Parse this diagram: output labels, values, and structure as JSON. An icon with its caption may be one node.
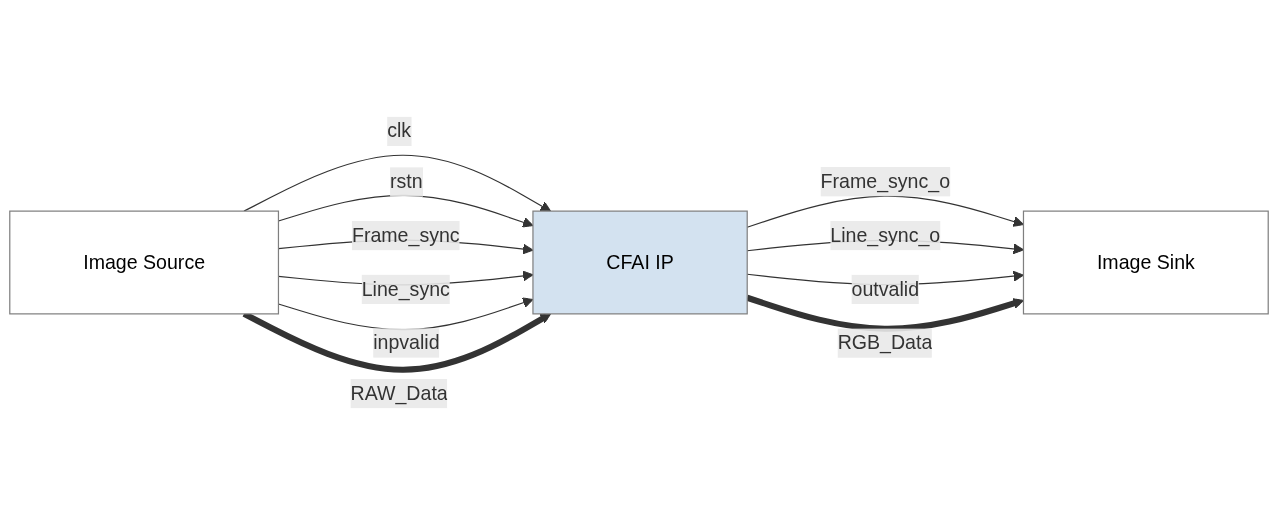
{
  "diagram": {
    "nodes": [
      {
        "text": [
          "Image Source"
        ]
      },
      {
        "text": [
          "CFAI IP"
        ]
      },
      {
        "text": [
          "Image Sink"
        ]
      }
    ],
    "edges": [
      {
        "from": 0,
        "to": 1,
        "arrow": "to",
        "label": "clk"
      },
      {
        "from": 0,
        "to": 1,
        "arrow": "to",
        "label": "rstn"
      },
      {
        "from": 0,
        "to": 1,
        "arrow": "to",
        "label": "Frame_sync"
      },
      {
        "from": 0,
        "to": 1,
        "arrow": "to",
        "label": "Line_sync"
      },
      {
        "from": 0,
        "to": 1,
        "arrow": "to",
        "label": "inpvalid"
      },
      {
        "from": 0,
        "to": 1,
        "arrow": "to",
        "label": "RAW_Data",
        "style": "thick"
      },
      {
        "from": 1,
        "to": 2,
        "arrow": "to",
        "label": "Frame_sync_o"
      },
      {
        "from": 1,
        "to": 2,
        "arrow": "to",
        "label": "Line_sync_o"
      },
      {
        "from": 1,
        "to": 2,
        "arrow": "to",
        "label": "outvalid"
      },
      {
        "from": 1,
        "to": 2,
        "arrow": "to",
        "label": "RGB_Data",
        "style": "thick"
      }
    ]
  }
}
